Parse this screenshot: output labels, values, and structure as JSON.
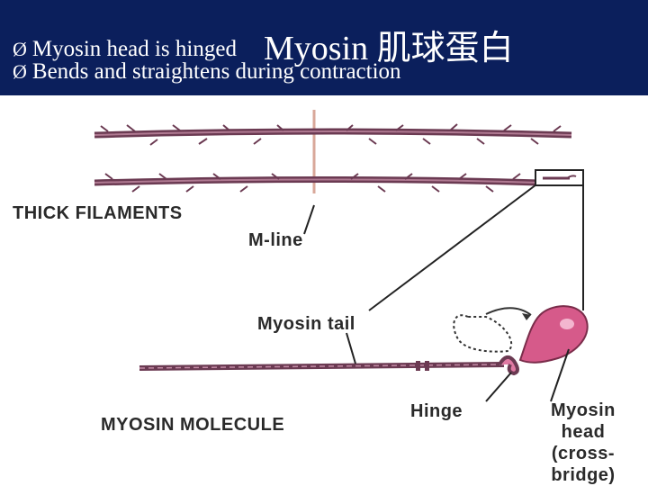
{
  "header": {
    "bullet_glyph": "Ø",
    "line1": "Myosin head is hinged",
    "line1_big": "Myosin 肌球蛋白",
    "line2": "Bends and straightens during contraction"
  },
  "labels": {
    "thick_filaments": "THICK FILAMENTS",
    "m_line": "M-line",
    "myosin_tail": "Myosin tail",
    "myosin_molecule": "MYOSIN MOLECULE",
    "hinge": "Hinge",
    "myosin_head_1": "Myosin",
    "myosin_head_2": "head",
    "myosin_head_3": "(cross-",
    "myosin_head_4": "bridge)"
  },
  "colors": {
    "header_bg": "#0b1f5c",
    "filament": "#6b3a52",
    "head_pink": "#d65a8a",
    "m_line": "#d9a89a"
  }
}
